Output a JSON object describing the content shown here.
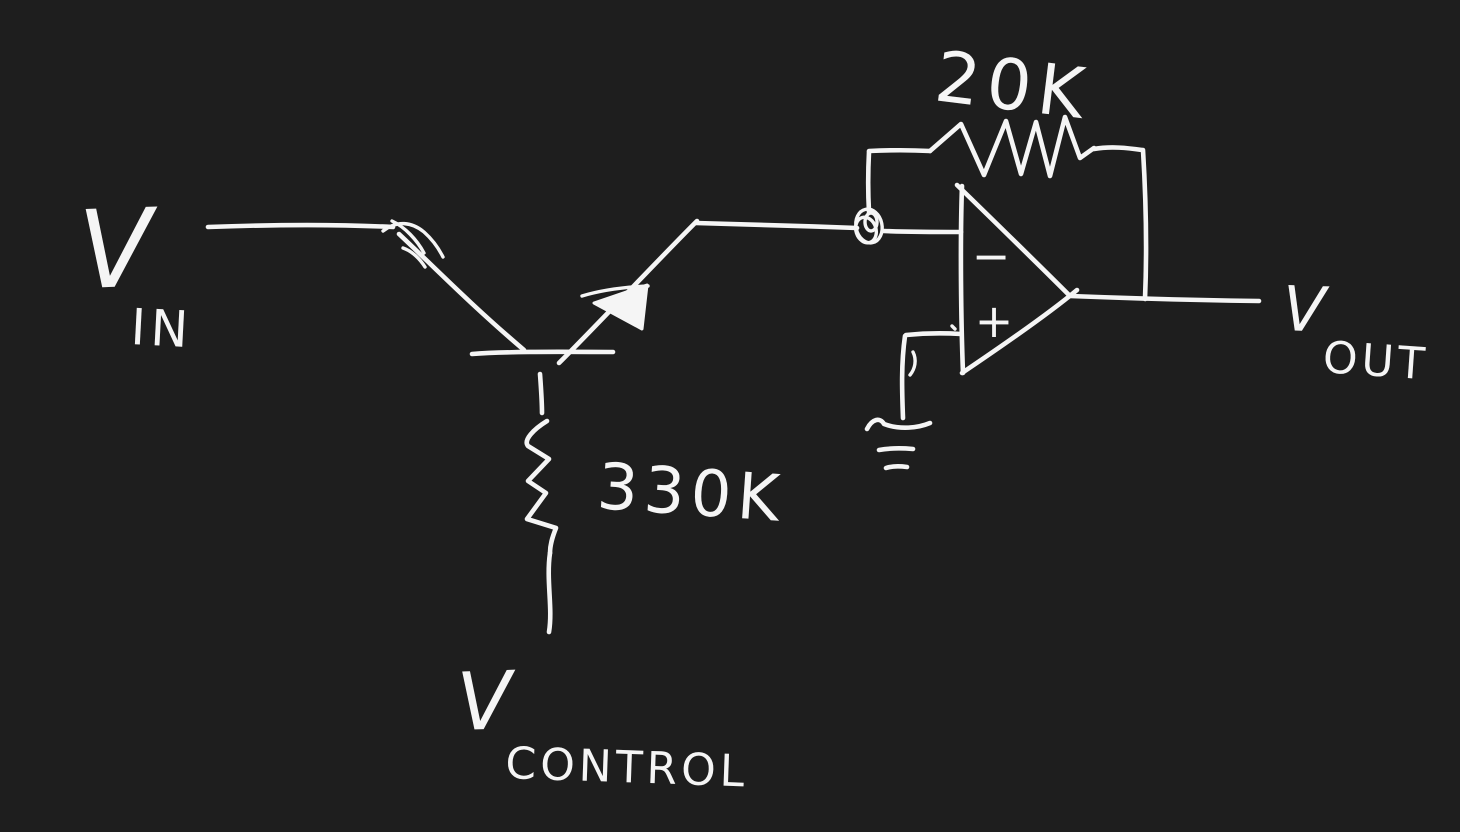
{
  "theme": {
    "background": "#1e1e1e",
    "ink": "#f5f5f5"
  },
  "labels": {
    "v_in": {
      "symbol": "V",
      "subscript": "IN"
    },
    "v_out": {
      "symbol": "V",
      "subscript": "OUT"
    },
    "v_control": {
      "symbol": "V",
      "subscript": "CONTROL"
    },
    "feedback_resistor_value": "20K",
    "control_resistor_value": "330K",
    "opamp": {
      "inverting_sign": "−",
      "noninverting_sign": "+"
    }
  }
}
